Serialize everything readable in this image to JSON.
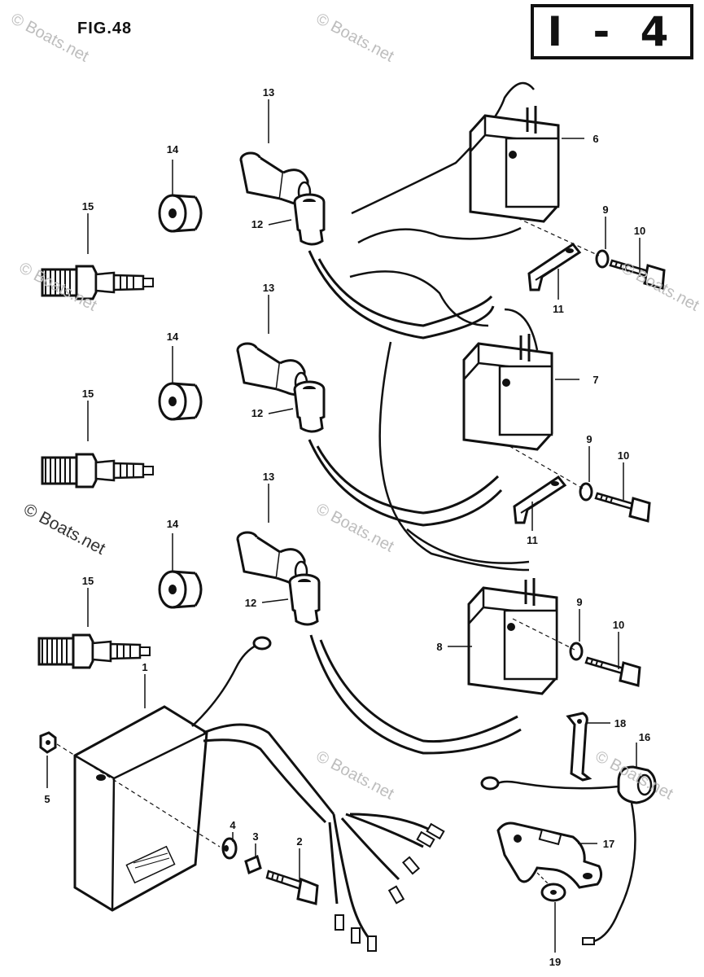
{
  "figure": {
    "title": "FIG.48",
    "sheet": "I - 4"
  },
  "watermarks": [
    "© Boats.net",
    "© Boats.net",
    "© Boats.net",
    "© Boats.net",
    "© Boats.net",
    "© Boats.net",
    "© Boats.net",
    "© Boats.net"
  ],
  "callouts": {
    "c1": "1",
    "c2": "2",
    "c3": "3",
    "c4": "4",
    "c5": "5",
    "c6": "6",
    "c7": "7",
    "c8": "8",
    "c9a": "9",
    "c9b": "9",
    "c9c": "9",
    "c10a": "10",
    "c10b": "10",
    "c10c": "10",
    "c11a": "11",
    "c11b": "11",
    "c12a": "12",
    "c12b": "12",
    "c12c": "12",
    "c13a": "13",
    "c13b": "13",
    "c13c": "13",
    "c14a": "14",
    "c14b": "14",
    "c14c": "14",
    "c15a": "15",
    "c15b": "15",
    "c15c": "15",
    "c16": "16",
    "c17": "17",
    "c18": "18",
    "c19": "19"
  }
}
